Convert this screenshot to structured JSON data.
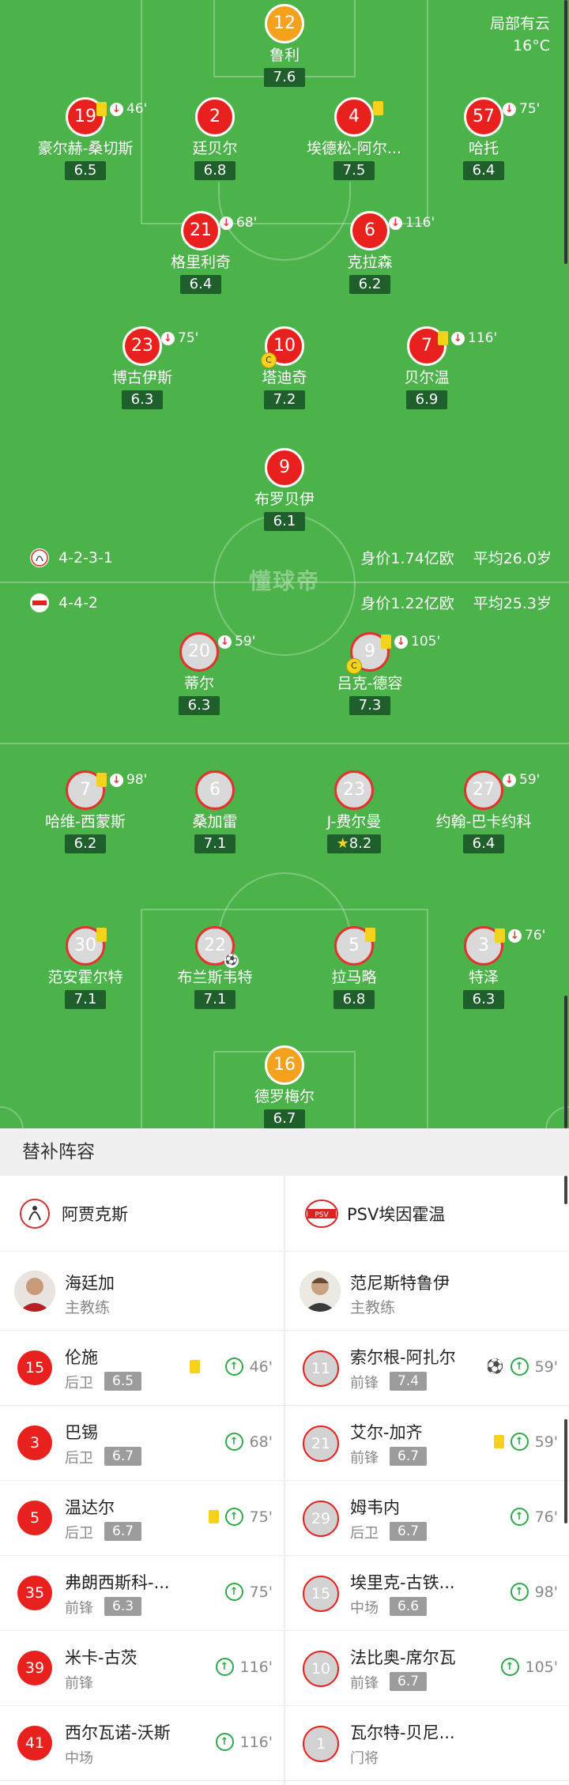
{
  "weather": {
    "condition": "局部有云",
    "temp": "16°C"
  },
  "home_team": {
    "formation": "4-2-3-1",
    "value": "身价1.74亿欧",
    "avg_age": "平均26.0岁",
    "players": [
      {
        "num": "12",
        "name": "鲁利",
        "rating": "7.6",
        "gk": true
      },
      {
        "num": "19",
        "name": "豪尔赫-桑切斯",
        "rating": "6.5",
        "yellow": true,
        "sub_min": "46'"
      },
      {
        "num": "2",
        "name": "廷贝尔",
        "rating": "6.8"
      },
      {
        "num": "4",
        "name": "埃德松-阿尔...",
        "rating": "7.5",
        "yellow": true
      },
      {
        "num": "57",
        "name": "哈托",
        "rating": "6.4",
        "sub_min": "75'"
      },
      {
        "num": "21",
        "name": "格里利奇",
        "rating": "6.4",
        "sub_min": "68'"
      },
      {
        "num": "6",
        "name": "克拉森",
        "rating": "6.2",
        "sub_min": "116'"
      },
      {
        "num": "23",
        "name": "博古伊斯",
        "rating": "6.3",
        "sub_min": "75'"
      },
      {
        "num": "10",
        "name": "塔迪奇",
        "rating": "7.2",
        "captain": "C"
      },
      {
        "num": "7",
        "name": "贝尔温",
        "rating": "6.9",
        "yellow": true,
        "sub_min": "116'"
      },
      {
        "num": "9",
        "name": "布罗贝伊",
        "rating": "6.1"
      }
    ]
  },
  "watermark": "懂球帝",
  "away_team": {
    "formation": "4-4-2",
    "value": "身价1.22亿欧",
    "avg_age": "平均25.3岁",
    "players": [
      {
        "num": "20",
        "name": "蒂尔",
        "rating": "6.3",
        "sub_min": "59'"
      },
      {
        "num": "9",
        "name": "吕克-德容",
        "rating": "7.3",
        "yellow": true,
        "sub_min": "105'",
        "captain": "C"
      },
      {
        "num": "7",
        "name": "哈维-西蒙斯",
        "rating": "6.2",
        "yellow": true,
        "sub_min": "98'"
      },
      {
        "num": "6",
        "name": "桑加雷",
        "rating": "7.1"
      },
      {
        "num": "23",
        "name": "J-费尔曼",
        "rating": "8.2",
        "star": true
      },
      {
        "num": "27",
        "name": "约翰-巴卡约科",
        "rating": "6.4",
        "sub_min": "59'"
      },
      {
        "num": "30",
        "name": "范安霍尔特",
        "rating": "7.1",
        "yellow": true
      },
      {
        "num": "22",
        "name": "布兰斯韦特",
        "rating": "7.1"
      },
      {
        "num": "5",
        "name": "拉马略",
        "rating": "6.8",
        "yellow": true
      },
      {
        "num": "3",
        "name": "特泽",
        "rating": "6.3",
        "yellow": true,
        "sub_min": "76'"
      },
      {
        "num": "16",
        "name": "德罗梅尔",
        "rating": "6.7",
        "gk": true
      }
    ]
  },
  "subs": {
    "header": "替补阵容",
    "home": {
      "team_name": "阿贾克斯",
      "coach": {
        "name": "海廷加",
        "role": "主教练"
      },
      "players": [
        {
          "num": "15",
          "name": "伦施",
          "pos": "后卫",
          "rating": "6.5",
          "yellow": true,
          "min": "46'"
        },
        {
          "num": "3",
          "name": "巴锡",
          "pos": "后卫",
          "rating": "6.7",
          "min": "68'"
        },
        {
          "num": "5",
          "name": "温达尔",
          "pos": "后卫",
          "rating": "6.7",
          "yellow": true,
          "min": "75'"
        },
        {
          "num": "35",
          "name": "弗朗西斯科-...",
          "pos": "前锋",
          "rating": "6.3",
          "min": "75'"
        },
        {
          "num": "39",
          "name": "米卡-古茨",
          "pos": "前锋",
          "rating": "",
          "min": "116'"
        },
        {
          "num": "41",
          "name": "西尔瓦诺-沃斯",
          "pos": "中场",
          "rating": "",
          "min": "116'"
        }
      ]
    },
    "away": {
      "team_name": "PSV埃因霍温",
      "coach": {
        "name": "范尼斯特鲁伊",
        "role": "主教练"
      },
      "players": [
        {
          "num": "11",
          "name": "索尔根-阿扎尔",
          "pos": "前锋",
          "rating": "7.4",
          "goal": true,
          "min": "59'"
        },
        {
          "num": "21",
          "name": "艾尔-加齐",
          "pos": "前锋",
          "rating": "6.7",
          "yellow": true,
          "min": "59'"
        },
        {
          "num": "29",
          "name": "姆韦内",
          "pos": "后卫",
          "rating": "6.7",
          "min": "76'"
        },
        {
          "num": "15",
          "name": "埃里克-古铁...",
          "pos": "中场",
          "rating": "6.6",
          "min": "98'"
        },
        {
          "num": "10",
          "name": "法比奥-席尔瓦",
          "pos": "前锋",
          "rating": "6.7",
          "min": "105'"
        },
        {
          "num": "1",
          "name": "瓦尔特-贝尼...",
          "pos": "门将",
          "rating": "",
          "min": ""
        }
      ]
    }
  }
}
